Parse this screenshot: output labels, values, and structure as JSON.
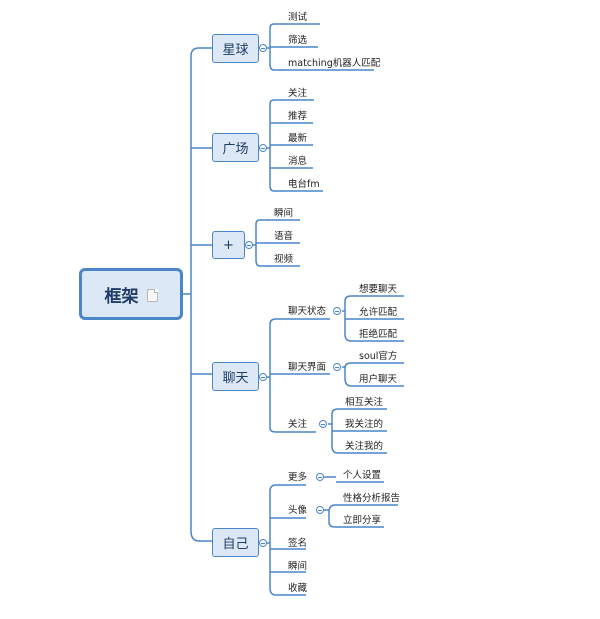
{
  "root": {
    "label": "框架",
    "icon": "note-icon"
  },
  "branches": [
    {
      "label": "星球",
      "children": [
        {
          "label": "测试"
        },
        {
          "label": "筛选"
        },
        {
          "label": "matching机器人匹配"
        }
      ]
    },
    {
      "label": "广场",
      "children": [
        {
          "label": "关注"
        },
        {
          "label": "推荐"
        },
        {
          "label": "最新"
        },
        {
          "label": "消息"
        },
        {
          "label": "电台fm"
        }
      ]
    },
    {
      "label": "+",
      "children": [
        {
          "label": "瞬间"
        },
        {
          "label": "语音"
        },
        {
          "label": "视频"
        }
      ]
    },
    {
      "label": "聊天",
      "children": [
        {
          "label": "聊天状态",
          "children": [
            {
              "label": "想要聊天"
            },
            {
              "label": "允许匹配"
            },
            {
              "label": "拒绝匹配"
            }
          ]
        },
        {
          "label": "聊天界面",
          "children": [
            {
              "label": "soul官方"
            },
            {
              "label": "用户聊天"
            }
          ]
        },
        {
          "label": "关注",
          "children": [
            {
              "label": "相互关注"
            },
            {
              "label": "我关注的"
            },
            {
              "label": "关注我的"
            }
          ]
        }
      ]
    },
    {
      "label": "自己",
      "children": [
        {
          "label": "更多",
          "children": [
            {
              "label": "个人设置"
            }
          ]
        },
        {
          "label": "头像",
          "children": [
            {
              "label": "性格分析报告"
            },
            {
              "label": "立即分享"
            }
          ]
        },
        {
          "label": "签名"
        },
        {
          "label": "瞬间"
        },
        {
          "label": "收藏"
        }
      ]
    }
  ],
  "colors": {
    "line": "#4a86c8",
    "box_fill": "#dce8f5",
    "box_border": "#4a86c8"
  }
}
